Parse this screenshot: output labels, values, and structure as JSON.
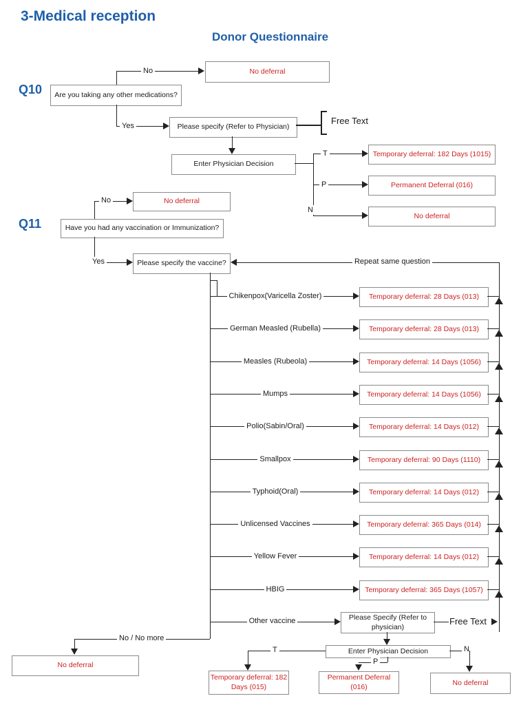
{
  "page": {
    "title": "3-Medical reception",
    "subtitle": "Donor Questionnaire"
  },
  "colors": {
    "accent_blue": "#1F5FA9",
    "alert_red": "#CC2222",
    "line": "#222222",
    "box_border": "#8a8a8a"
  },
  "q10": {
    "id": "Q10",
    "question": "Are you taking any other medications?",
    "no_label": "No",
    "yes_label": "Yes",
    "no_outcome": "No deferral",
    "specify": "Please specify (Refer to Physician)",
    "free_text": "Free Text",
    "decision": "Enter Physician Decision",
    "branches": [
      {
        "key": "T",
        "outcome": "Temporary deferral: 182 Days (1015)"
      },
      {
        "key": "P",
        "outcome": "Permanent Deferral (016)"
      },
      {
        "key": "N",
        "outcome": "No deferral"
      }
    ]
  },
  "q11": {
    "id": "Q11",
    "question": "Have you had any vaccination or Immunization?",
    "no_label": "No",
    "yes_label": "Yes",
    "no_outcome": "No deferral",
    "specify": "Please specify the vaccine?",
    "repeat_label": "Repeat same question",
    "vaccines": [
      {
        "label": "Chikenpox(Varicella Zoster)",
        "outcome": "Temporary deferral: 28 Days (013)"
      },
      {
        "label": "German Measled (Rubella)",
        "outcome": "Temporary deferral: 28 Days (013)"
      },
      {
        "label": "Measles (Rubeola)",
        "outcome": "Temporary deferral: 14 Days (1056)"
      },
      {
        "label": "Mumps",
        "outcome": "Temporary deferral: 14 Days (1056)"
      },
      {
        "label": "Polio(Sabin/Oral)",
        "outcome": "Temporary deferral: 14 Days (012)"
      },
      {
        "label": "Smallpox",
        "outcome": "Temporary deferral: 90 Days (1110)"
      },
      {
        "label": "Typhoid(Oral)",
        "outcome": "Temporary deferral: 14 Days (012)"
      },
      {
        "label": "Unlicensed Vaccines",
        "outcome": "Temporary deferral: 365 Days (014)"
      },
      {
        "label": "Yellow Fever",
        "outcome": "Temporary deferral: 14 Days (012)"
      },
      {
        "label": "HBIG",
        "outcome": "Temporary deferral: 365 Days (1057)"
      }
    ],
    "other": {
      "label": "Other vaccine",
      "specify": "Please Specify (Refer to physician)",
      "free_text": "Free Text",
      "decision": "Enter Physician Decision",
      "branches": [
        {
          "key": "T",
          "outcome": "Temporary deferral: 182 Days (015)"
        },
        {
          "key": "P",
          "outcome": "Permanent Deferral (016)"
        },
        {
          "key": "N",
          "outcome": "No deferral"
        }
      ]
    },
    "no_more_label": "No / No more",
    "no_more_outcome": "No deferral"
  }
}
